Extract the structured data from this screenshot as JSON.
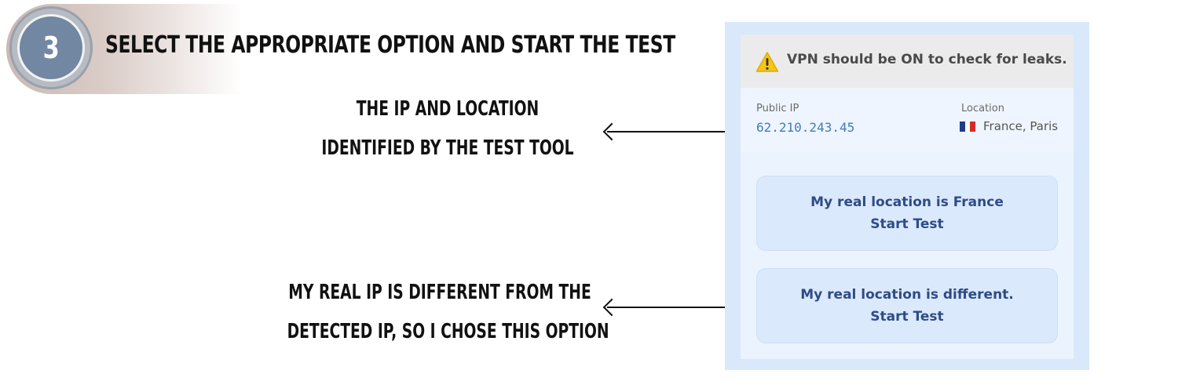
{
  "step": {
    "number": "3",
    "title": "SELECT THE APPROPRIATE OPTION AND START THE TEST"
  },
  "annotations": {
    "ip_location_note": [
      "THE IP AND LOCATION",
      "IDENTIFIED BY THE TEST TOOL"
    ],
    "option_note": [
      "MY REAL IP IS DIFFERENT FROM THE",
      "DETECTED IP, SO I CHOSE THIS OPTION"
    ]
  },
  "widget": {
    "warning": {
      "icon": "warning-icon",
      "text": "VPN should be ON to check for leaks."
    },
    "public_ip": {
      "label": "Public IP",
      "value": "62.210.243.45"
    },
    "location": {
      "label": "Location",
      "flag": "france-flag-icon",
      "value": "France, Paris"
    },
    "options": [
      {
        "line1": "My real location is France",
        "line2": "Start Test"
      },
      {
        "line1": "My real location is different.",
        "line2": "Start Test"
      }
    ]
  },
  "colors": {
    "widget_bg": "#d9e8fb",
    "button_bg": "#dae9fb",
    "button_text": "#2f4b86",
    "ip_text": "#3f7cb9",
    "warning_yellow": "#f5c518"
  }
}
